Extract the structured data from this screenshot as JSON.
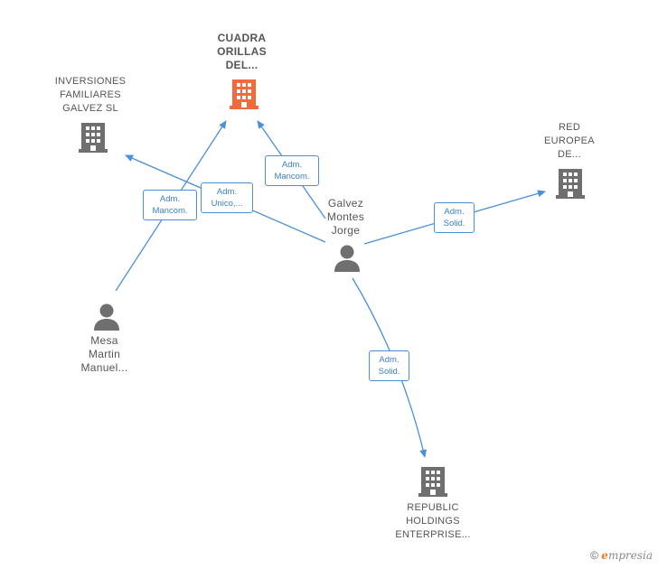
{
  "colors": {
    "focus": "#f06a3a",
    "company": "#6f6f6f",
    "person": "#6f6f6f",
    "edge": "#4a90d9"
  },
  "nodes": {
    "cuadra": {
      "label": "CUADRA\nORILLAS\nDEL...",
      "icon": "building-icon"
    },
    "inversiones": {
      "label": "INVERSIONES\nFAMILIARES\nGALVEZ  SL",
      "icon": "building-icon"
    },
    "red": {
      "label": "RED\nEUROPEA\nDE...",
      "icon": "building-icon"
    },
    "galvez": {
      "label": "Galvez\nMontes\nJorge",
      "icon": "person-icon"
    },
    "mesa": {
      "label": "Mesa\nMartin\nManuel...",
      "icon": "person-icon"
    },
    "republic": {
      "label": "REPUBLIC\nHOLDINGS\nENTERPRISE...",
      "icon": "building-icon"
    }
  },
  "roles": {
    "mesa_cuadra": "Adm.\nMancom.",
    "galvez_inversiones": "Adm.\nUnico,...",
    "galvez_cuadra": "Adm.\nMancom.",
    "galvez_red": "Adm.\nSolid.",
    "galvez_republic": "Adm.\nSolid."
  },
  "footer": {
    "copyright_symbol": "©",
    "brand_first": "e",
    "brand_rest": "mpresia"
  }
}
